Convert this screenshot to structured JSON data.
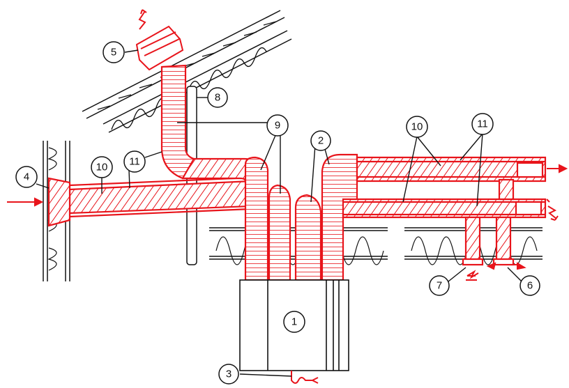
{
  "colors": {
    "duct": "#e8141b",
    "duct_fill": "#ffffff",
    "ink": "#111111",
    "background": "#ffffff"
  },
  "labels": {
    "unit": "1",
    "fresh_supply_duct": "2",
    "condensate_drain": "3",
    "outside_air_inlet": "4",
    "roof_exhaust_cap": "5",
    "supply_outlet_left": "6",
    "extract_inlet": "7",
    "vertical_pipe": "8",
    "flex_ducts_a": "9",
    "insulated_duct_left": "10",
    "insulated_duct_right": "10",
    "insulation_left": "11",
    "insulation_right": "11"
  },
  "icons": {
    "airflow_arrows": "arrow-icon",
    "exhaust_symbol": "zigzag-arrow-icon"
  }
}
